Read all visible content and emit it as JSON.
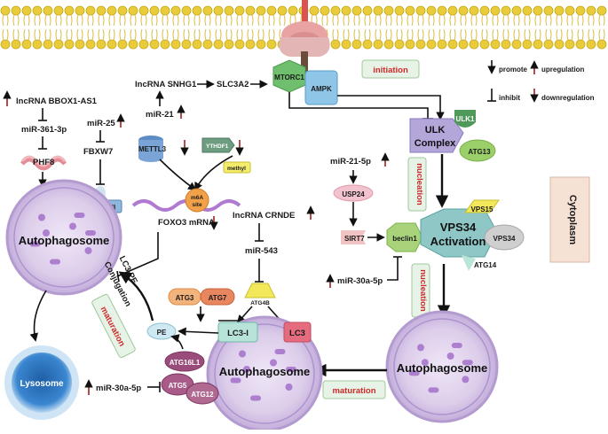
{
  "labels": {
    "lncRNA_BBOX1_AS1": "lncRNA BBOX1-AS1",
    "miR_361_3p": "miR-361-3p",
    "PHF8": "PHF8",
    "miR_25": "miR-25",
    "FBXW7": "FBXW7",
    "LC3_II": "LC3-II",
    "lncRNA_SNHG1": "lncRNA SNHG1",
    "SLC3A2": "SLC3A2",
    "miR_21": "miR-21",
    "MTORC1": "MTORC1",
    "AMPK": "AMPK",
    "initiation": "initiation",
    "ULK1": "ULK1",
    "ULK_Complex_1": "ULK",
    "ULK_Complex_2": "Complex",
    "ATG13": "ATG13",
    "METTL3": "METTL3",
    "YTHDF1": "YTHDF1",
    "methyl": "methyl",
    "m6A_1": "m6A",
    "m6A_2": "site",
    "FOXO3_mRNA": "FOXO3 mRNA",
    "miR_21_5p": "miR-21-5p",
    "USP24": "USP24",
    "SIRT7": "SIRT7",
    "beclin1": "beclin1",
    "miR_30a_5p_right": "miR-30a-5p",
    "nucleation_1": "nucleation",
    "nucleation_2": "nucleation",
    "VPS15": "VPS15",
    "VPS34_Activation_1": "VPS34",
    "VPS34_Activation_2": "Activation",
    "VPS34": "VPS34",
    "ATG14": "ATG14",
    "Cytoplasm": "Cytoplasm",
    "lncRNA_CRNDE": "lncRNA CRNDE",
    "miR_543": "miR-543",
    "ATG3": "ATG3",
    "ATG7": "ATG7",
    "ATG4B": "ATG4B",
    "LC3_I": "LC3-I",
    "LC3": "LC3",
    "PE": "PE",
    "LC3_PE_1": "LC3-PE",
    "LC3_PE_2": "Conjugation",
    "maturation_1": "maturation",
    "maturation_2": "maturation",
    "Autophagosome_left": "Autophagosome",
    "Autophagosome_center": "Autophagosome",
    "Autophagosome_right": "Autophagosome",
    "Lysosome": "Lysosome",
    "miR_30a_5p_bottom": "miR-30a-5p",
    "ATG16L1": "ATG16L1",
    "ATG5": "ATG5",
    "ATG12": "ATG12"
  },
  "legend": {
    "promote": "promote",
    "upregulation": "upregulation",
    "inhibit": "inhibit",
    "downregulation": "downregulation"
  },
  "colors": {
    "membrane": "#e8cc3a",
    "vesicle": "#d7c8e6",
    "vesicle_edge": "#b39bd0",
    "green_box": "#e7f3e6",
    "red_text": "#cc2a2a",
    "regulation_arrow": "#a12020",
    "ulk_complex": "#b4a6d9",
    "mtorc1": "#6fbf6f",
    "ampk": "#8fc6e8",
    "vps34_hex": "#8fc7c7",
    "lysosome": "#3a7fc4"
  }
}
